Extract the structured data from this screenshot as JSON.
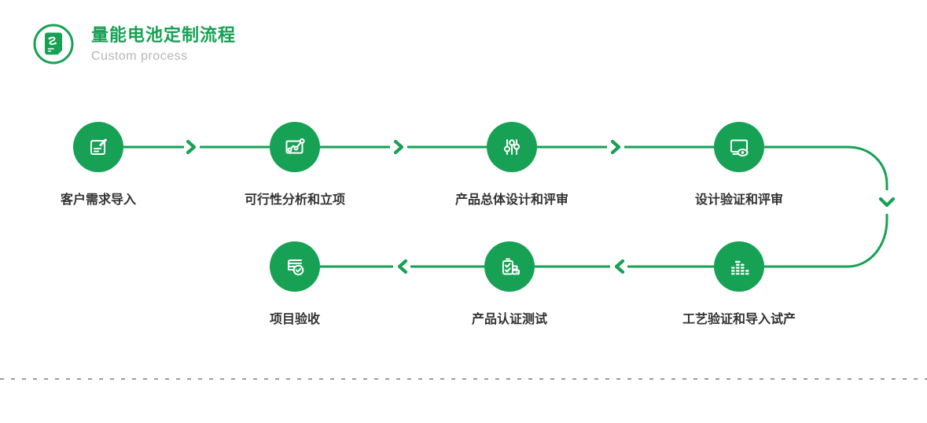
{
  "header": {
    "title": "量能电池定制流程",
    "subtitle": "Custom process",
    "icon": "process-document-icon"
  },
  "steps": [
    {
      "label": "客户需求导入",
      "icon": "edit-document-icon"
    },
    {
      "label": "可行性分析和立项",
      "icon": "chart-analysis-icon"
    },
    {
      "label": "产品总体设计和评审",
      "icon": "sliders-icon"
    },
    {
      "label": "设计验证和评审",
      "icon": "monitor-review-icon"
    },
    {
      "label": "工艺验证和导入试产",
      "icon": "equalizer-bars-icon"
    },
    {
      "label": "产品认证测试",
      "icon": "certification-checklist-icon"
    },
    {
      "label": "项目验收",
      "icon": "approved-document-icon"
    }
  ],
  "colors": {
    "accent_green": "#17A154",
    "label_text": "#333333",
    "subtitle_gray": "#B5B5B5",
    "dashed_line": "#9C9C9C"
  }
}
